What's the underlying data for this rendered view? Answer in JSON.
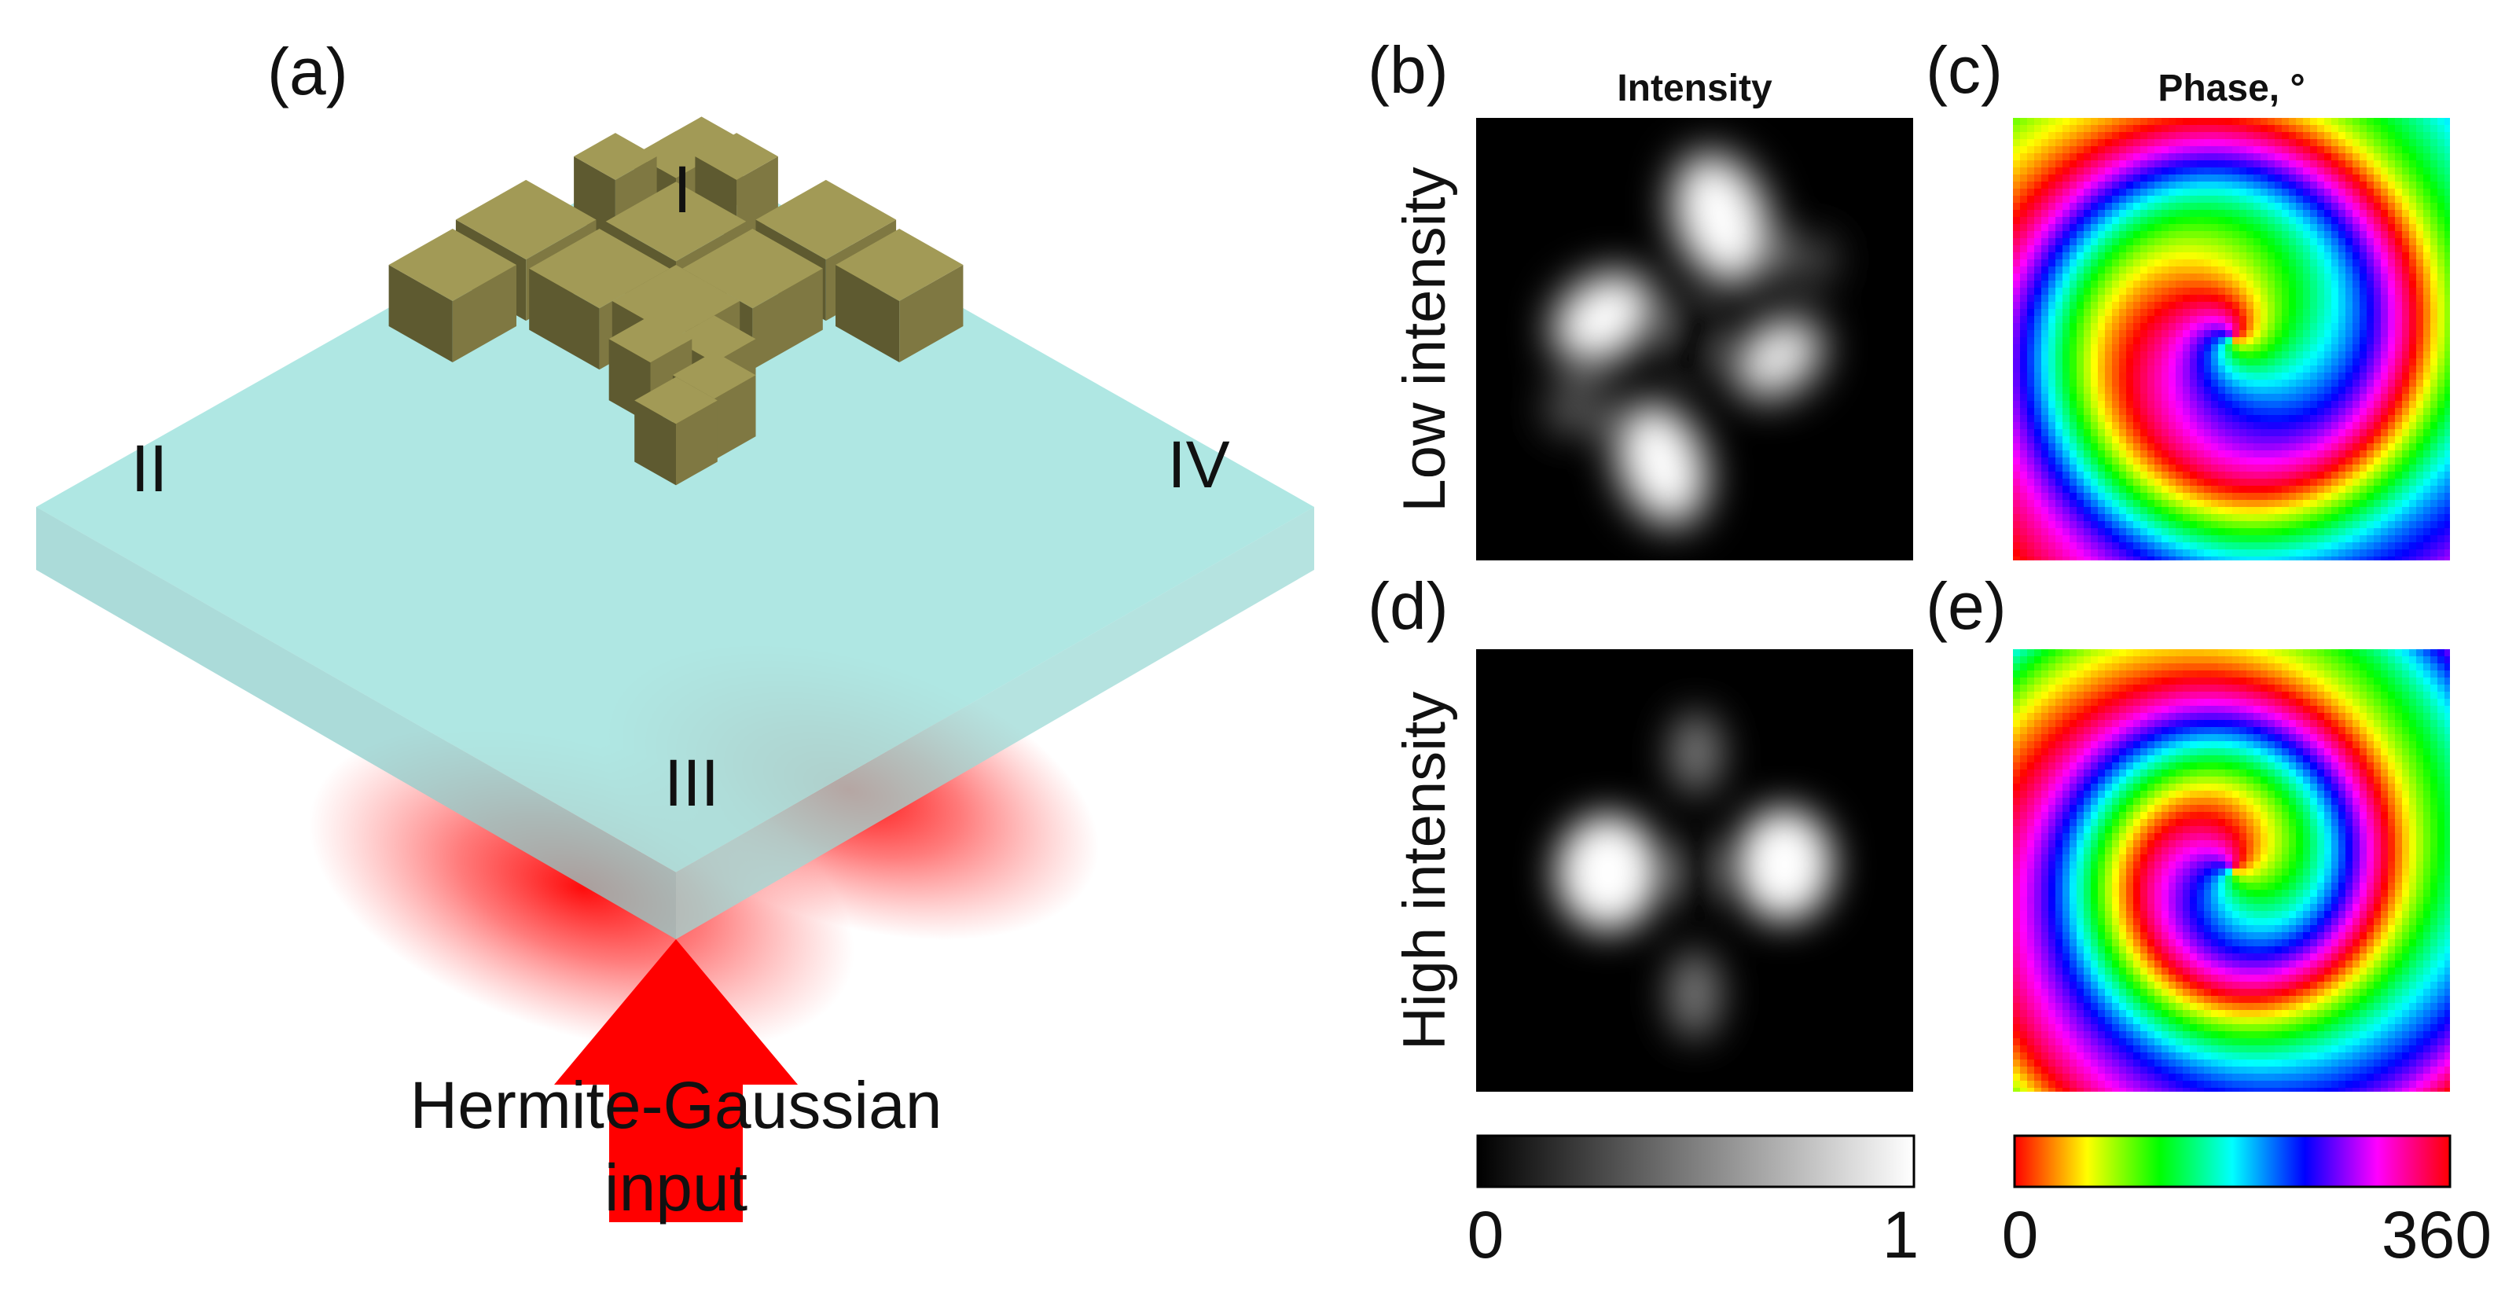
{
  "panel_labels": {
    "a": "(a)",
    "b": "(b)",
    "c": "(c)",
    "d": "(d)",
    "e": "(e)"
  },
  "cell_labels": {
    "i": "I",
    "ii": "II",
    "iii": "III",
    "iv": "IV"
  },
  "input_label": {
    "line1": "Hermite-Gaussian",
    "line2": "input"
  },
  "column_titles": {
    "intensity": "Intensity",
    "phase": "Phase, °"
  },
  "row_titles": {
    "low": "Low intensity",
    "high": "High intensity"
  },
  "intensity_colorbar": {
    "min": "0",
    "max": "1"
  },
  "phase_colorbar": {
    "min": "0",
    "max": "360"
  },
  "colors": {
    "substrate": "#a6e4e0",
    "pillar_top": "#a29a56",
    "pillar_side_dark": "#5e5a30",
    "pillar_side_mid": "#7f7842",
    "beam": "#ff0000"
  }
}
